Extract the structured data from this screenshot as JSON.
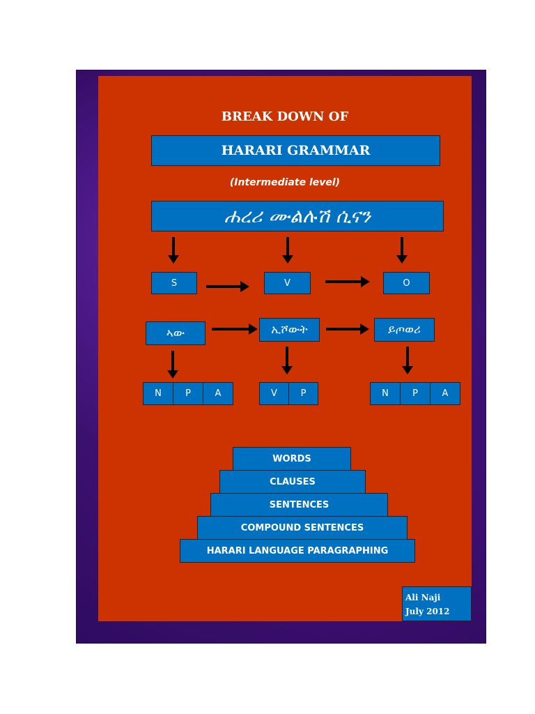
{
  "header": {
    "title": "BREAK DOWN OF",
    "grammar": "HARARI GRAMMAR",
    "level": "(Intermediate level)",
    "amharic_title": "ሐረሪ ሙልሉሽ ሲናን"
  },
  "svo": {
    "s": "S",
    "v": "V",
    "o": "O"
  },
  "amharic_row": {
    "subject": "ኣው",
    "verb": "ኢሾውት",
    "object": "ይጦወሪ"
  },
  "phrase_row": {
    "left": [
      "N",
      "P",
      "A"
    ],
    "middle": [
      "V",
      "P"
    ],
    "right": [
      "N",
      "P",
      "A"
    ]
  },
  "pyramid": [
    "WORDS",
    "CLAUSES",
    "SENTENCES",
    "COMPOUND SENTENCES",
    "HARARI LANGUAGE PARAGRAPHING"
  ],
  "signature": {
    "author": "Ali Naji",
    "date": "July 2012"
  },
  "colors": {
    "panel": "#cc3300",
    "box": "#0070c0",
    "frame": "#3d0f73"
  }
}
